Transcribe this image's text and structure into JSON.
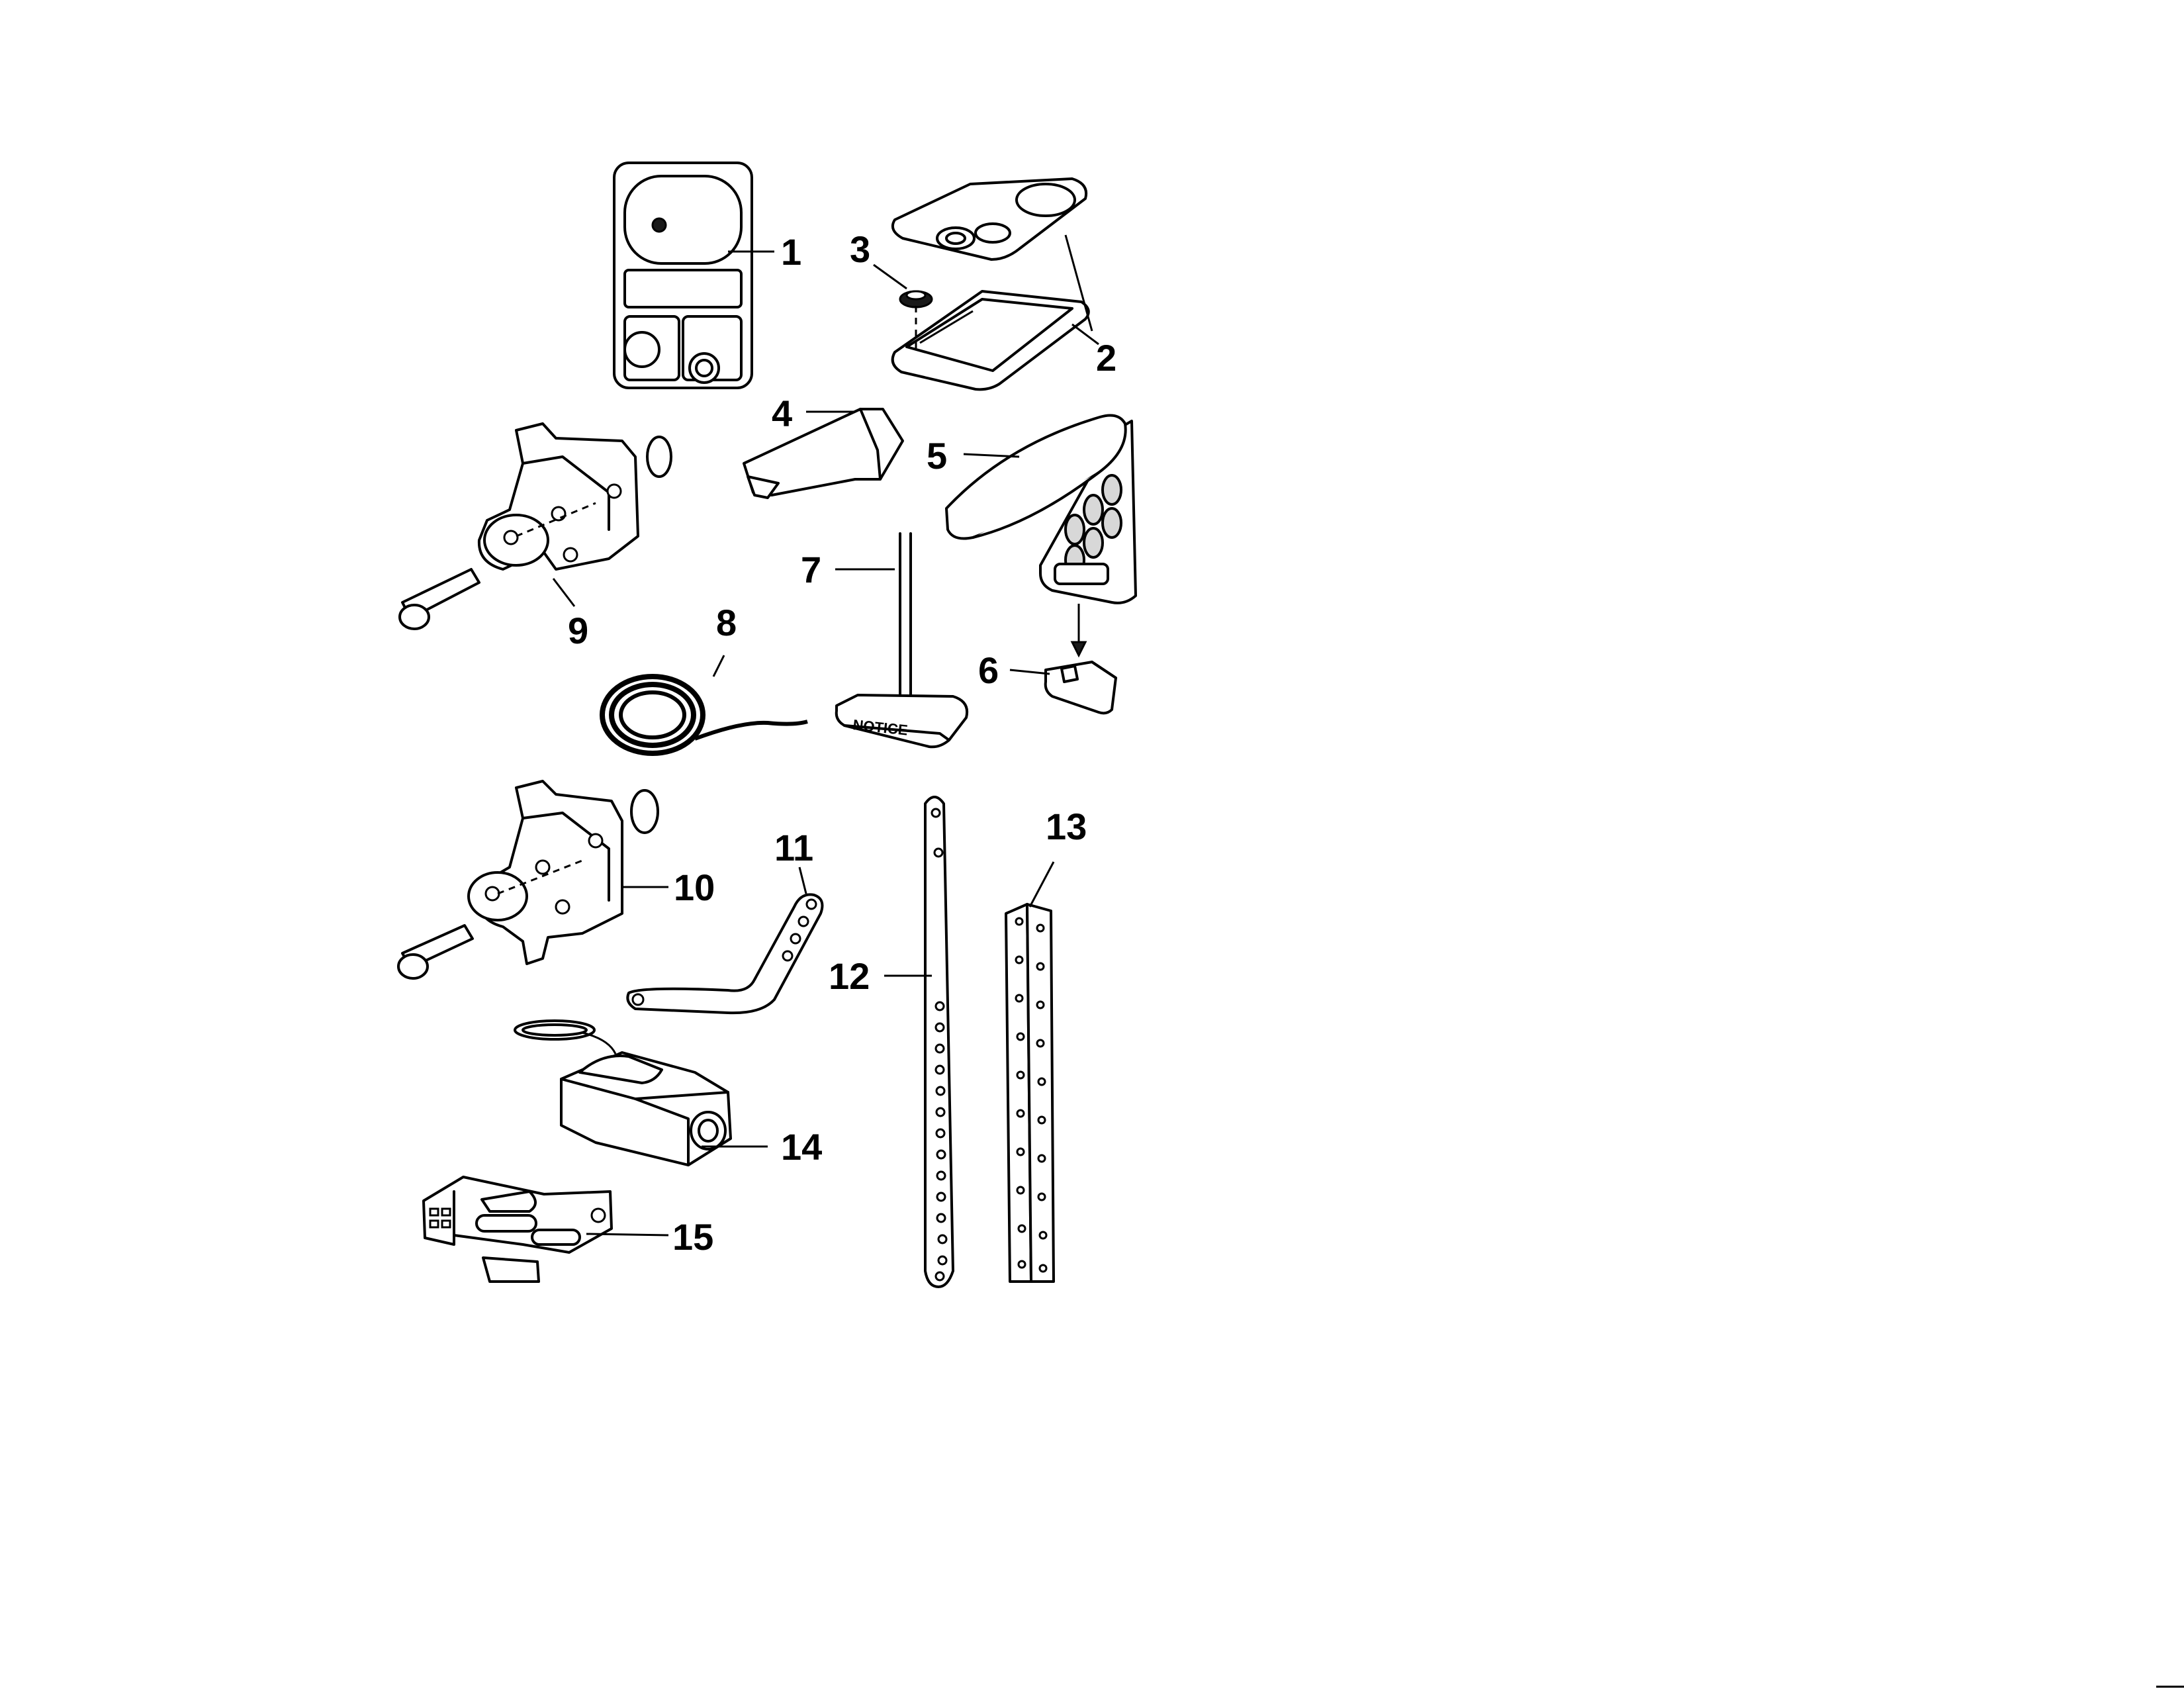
{
  "callouts": {
    "c1": "1",
    "c2": "2",
    "c3": "3",
    "c4": "4",
    "c5": "5",
    "c6": "6",
    "c7": "7",
    "c8": "8",
    "c9": "9",
    "c10": "10",
    "c11": "11",
    "c12": "12",
    "c13": "13",
    "c14": "14",
    "c15": "15"
  },
  "labels": {
    "notice_tag": "NOTICE"
  }
}
